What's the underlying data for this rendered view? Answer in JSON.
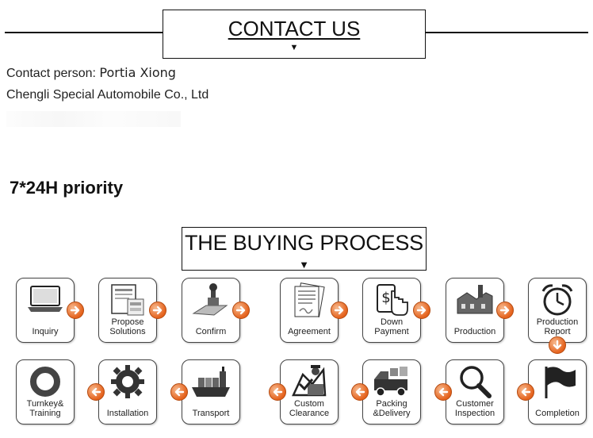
{
  "contact": {
    "title": "CONTACT US",
    "person_label": "Contact person: ",
    "person_name": "Portia Xiong",
    "company": "Chengli Special Automobile Co., Ltd"
  },
  "priority": "7*24H priority",
  "buying_process": {
    "title": "THE BUYING PROCESS",
    "steps": [
      {
        "label": "Inquiry",
        "icon": "laptop-icon"
      },
      {
        "label": "Propose\nSolutions",
        "icon": "document-icon"
      },
      {
        "label": "Confirm",
        "icon": "stamp-icon"
      },
      {
        "label": "Agreement",
        "icon": "agreement-icon"
      },
      {
        "label": "Down\nPayment",
        "icon": "payment-icon"
      },
      {
        "label": "Production",
        "icon": "factory-icon"
      },
      {
        "label": "Production\nReport",
        "icon": "alarm-clock-icon"
      },
      {
        "label": "Completion",
        "icon": "flag-icon"
      },
      {
        "label": "Customer\nInspection",
        "icon": "magnifier-icon"
      },
      {
        "label": "Packing\n&Delivery",
        "icon": "truck-icon"
      },
      {
        "label": "Custom\nClearance",
        "icon": "customs-officer-icon"
      },
      {
        "label": "Transport",
        "icon": "ship-icon"
      },
      {
        "label": "Installation",
        "icon": "gear-icon"
      },
      {
        "label": "Turnkey&\nTraining",
        "icon": "ring-icon"
      }
    ]
  },
  "colors": {
    "arrow": "#e5621c",
    "border": "#444444"
  }
}
